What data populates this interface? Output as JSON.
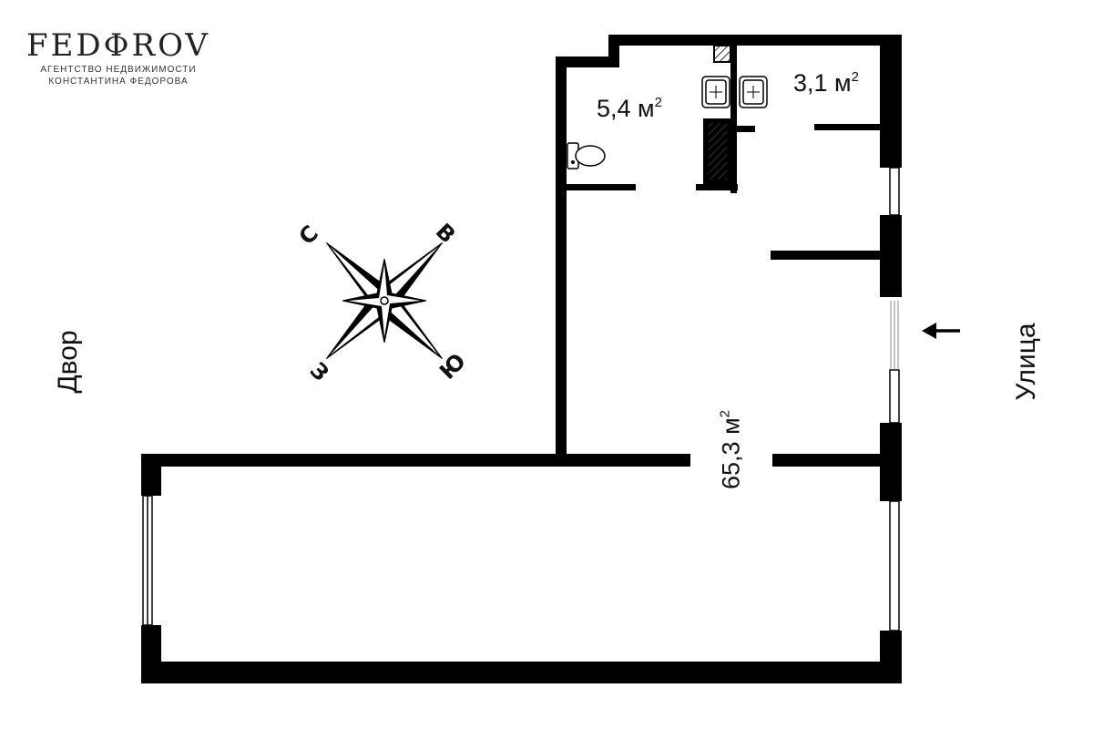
{
  "logo": {
    "name": "FEDΦROV",
    "line1": "АГЕНТСТВО НЕДВИЖИМОСТИ",
    "line2": "КОНСТАНТИНА ФЕДОРОВА"
  },
  "rooms": {
    "bathroom": {
      "value": "5,4 м",
      "sup": "2"
    },
    "utility": {
      "value": "3,1 м",
      "sup": "2"
    },
    "main": {
      "value": "65,3 м",
      "sup": "2"
    }
  },
  "sides": {
    "yard": "Двор",
    "street": "Улица"
  },
  "compass": {
    "north": "С",
    "east": "В",
    "west": "З",
    "south": "Ю"
  },
  "colors": {
    "wall": "#000000",
    "hatch": "#333333",
    "background": "#ffffff"
  }
}
